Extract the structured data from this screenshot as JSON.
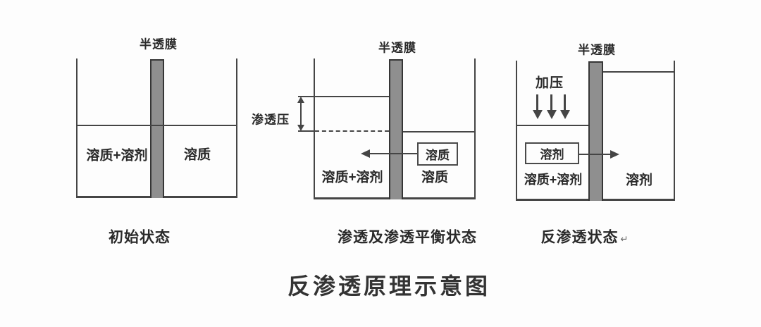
{
  "title": "反渗透原理示意图",
  "caption_mark": "↵",
  "diagrams": [
    {
      "membrane_label": "半透膜",
      "left_liquid": "溶质+溶剂",
      "right_liquid": "溶质",
      "caption": "初始状态"
    },
    {
      "membrane_label": "半透膜",
      "pressure_label": "渗透压",
      "flow_label": "溶质",
      "left_liquid": "溶质+溶剂",
      "right_liquid": "溶质",
      "caption": "渗透及渗透平衡状态"
    },
    {
      "membrane_label": "半透膜",
      "pressure_label": "加压",
      "flow_label": "溶剂",
      "left_liquid": "溶质+溶剂",
      "right_liquid": "溶剂",
      "caption": "反渗透状态"
    }
  ],
  "colors": {
    "line": "#454545",
    "membrane_fill": "#8f8f8f",
    "membrane_border": "#363636",
    "text": "#2a2a2a",
    "background": "#fdfdfd",
    "box_border": "#4a4a4a"
  }
}
